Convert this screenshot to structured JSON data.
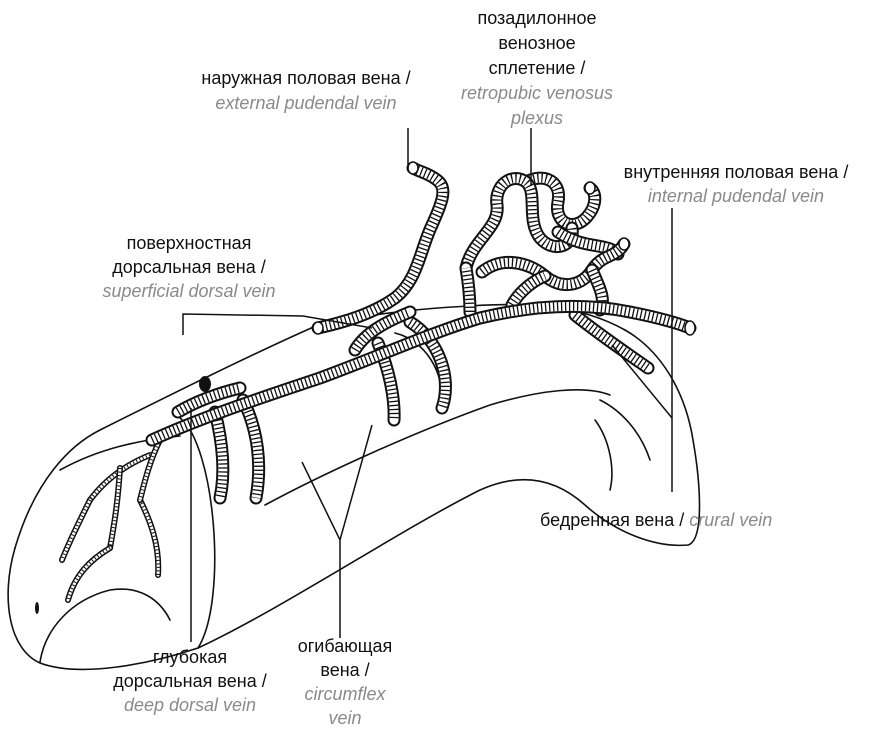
{
  "labels": {
    "retropubic_plexus": {
      "ru": [
        "позадилонное",
        "венозное",
        "сплетение /"
      ],
      "en": [
        "retropubic venosus",
        "plexus"
      ]
    },
    "external_pudendal_vein": {
      "ru": "наружная половая вена /",
      "en": "external pudendal vein"
    },
    "internal_pudendal_vein": {
      "ru": "внутренняя половая вена /",
      "en": "internal pudendal vein"
    },
    "superficial_dorsal_vein": {
      "ru": [
        "поверхностная",
        "дорсальная вена /"
      ],
      "en": "superficial dorsal vein"
    },
    "crural_vein": {
      "ru": "бедренная вена /",
      "en": "crural vein"
    },
    "deep_dorsal_vein": {
      "ru": [
        "глубокая",
        "дорсальная вена /"
      ],
      "en": "deep dorsal vein"
    },
    "circumflex_vein": {
      "ru": [
        "огибающая",
        "вена /"
      ],
      "en": [
        "circumflex",
        "vein"
      ]
    }
  },
  "colors": {
    "text": "#111111",
    "translation": "#8a8a8a",
    "line": "#111111"
  }
}
